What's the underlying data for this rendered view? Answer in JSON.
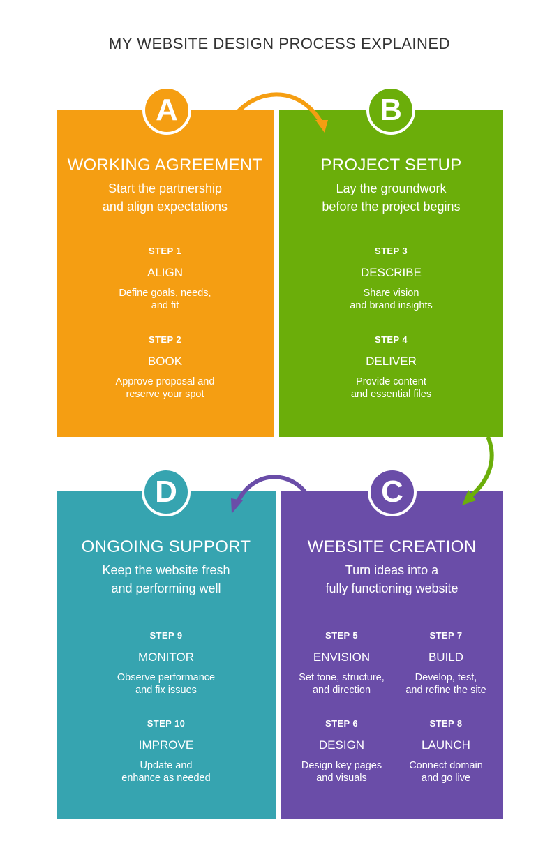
{
  "title": "MY WEBSITE DESIGN PROCESS EXPLAINED",
  "colors": {
    "orange": "#F59E12",
    "green": "#6BAE0A",
    "teal": "#36A4B0",
    "purple": "#6A4DA8",
    "badge_text": "#ffffff"
  },
  "sections": {
    "a": {
      "letter": "A",
      "title": "WORKING AGREEMENT",
      "subtitle": "Start the partnership\nand align expectations",
      "steps": [
        {
          "number": "STEP 1",
          "name": "ALIGN",
          "description": "Define goals, needs,\nand fit"
        },
        {
          "number": "STEP 2",
          "name": "BOOK",
          "description": "Approve proposal and\nreserve your spot"
        }
      ]
    },
    "b": {
      "letter": "B",
      "title": "PROJECT SETUP",
      "subtitle": "Lay the groundwork\nbefore the project begins",
      "steps": [
        {
          "number": "STEP 3",
          "name": "DESCRIBE",
          "description": "Share vision\nand brand insights"
        },
        {
          "number": "STEP 4",
          "name": "DELIVER",
          "description": "Provide content\nand essential files"
        }
      ]
    },
    "c": {
      "letter": "C",
      "title": "WEBSITE CREATION",
      "subtitle": "Turn ideas into a\nfully functioning website",
      "steps": [
        {
          "number": "STEP 5",
          "name": "ENVISION",
          "description": "Set tone, structure,\nand direction"
        },
        {
          "number": "STEP 7",
          "name": "BUILD",
          "description": "Develop, test,\nand refine the site"
        },
        {
          "number": "STEP 6",
          "name": "DESIGN",
          "description": "Design key pages\nand visuals"
        },
        {
          "number": "STEP 8",
          "name": "LAUNCH",
          "description": "Connect domain\nand go live"
        }
      ]
    },
    "d": {
      "letter": "D",
      "title": "ONGOING SUPPORT",
      "subtitle": "Keep the website fresh\nand performing well",
      "steps": [
        {
          "number": "STEP 9",
          "name": "MONITOR",
          "description": "Observe performance\nand fix issues"
        },
        {
          "number": "STEP 10",
          "name": "IMPROVE",
          "description": "Update and\nenhance as needed"
        }
      ]
    }
  }
}
